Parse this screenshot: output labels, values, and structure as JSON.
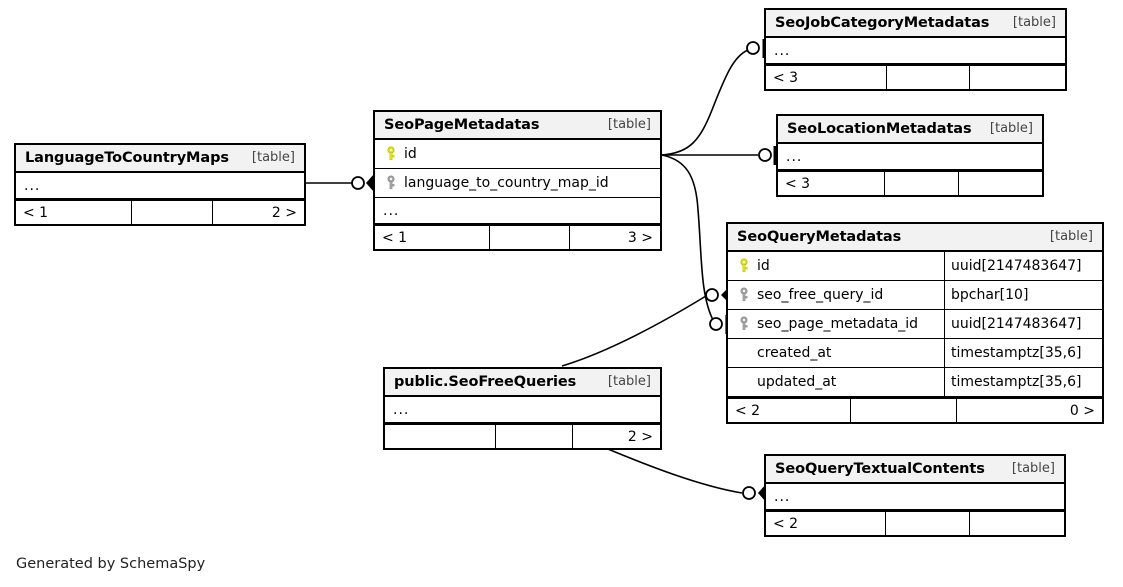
{
  "diagram": {
    "generator_caption": "Generated by SchemaSpy",
    "table_tag": "[table]",
    "ellipsis": "...",
    "colors": {
      "primary_key": "#e8e80d",
      "foreign_key": "#a6a6a6",
      "border": "#000000",
      "title_bg": "#f2f2f2",
      "background": "#ffffff"
    }
  },
  "tables": [
    {
      "id": "language_to_country_maps",
      "name": "LanguageToCountryMaps",
      "tag": "[table]",
      "has_type_column": false,
      "columns": [],
      "show_ellipsis": true,
      "footer": {
        "left": "< 1",
        "middle": "",
        "right": "2 >"
      }
    },
    {
      "id": "seo_page_metadatas",
      "name": "SeoPageMetadatas",
      "tag": "[table]",
      "has_type_column": false,
      "columns": [
        {
          "name": "id",
          "key": "primary",
          "type": ""
        },
        {
          "name": "language_to_country_map_id",
          "key": "foreign",
          "type": ""
        }
      ],
      "show_ellipsis": true,
      "footer": {
        "left": "< 1",
        "middle": "",
        "right": "3 >"
      }
    },
    {
      "id": "seo_job_category_metadatas",
      "name": "SeoJobCategoryMetadatas",
      "tag": "[table]",
      "has_type_column": false,
      "columns": [],
      "show_ellipsis": true,
      "footer": {
        "left": "< 3",
        "middle": "",
        "right": ""
      }
    },
    {
      "id": "seo_location_metadatas",
      "name": "SeoLocationMetadatas",
      "tag": "[table]",
      "has_type_column": false,
      "columns": [],
      "show_ellipsis": true,
      "footer": {
        "left": "< 3",
        "middle": "",
        "right": ""
      }
    },
    {
      "id": "seo_query_metadatas",
      "name": "SeoQueryMetadatas",
      "tag": "[table]",
      "has_type_column": true,
      "columns": [
        {
          "name": "id",
          "key": "primary",
          "type": "uuid[2147483647]"
        },
        {
          "name": "seo_free_query_id",
          "key": "foreign",
          "type": "bpchar[10]"
        },
        {
          "name": "seo_page_metadata_id",
          "key": "foreign",
          "type": "uuid[2147483647]"
        },
        {
          "name": "created_at",
          "key": "none",
          "type": "timestamptz[35,6]"
        },
        {
          "name": "updated_at",
          "key": "none",
          "type": "timestamptz[35,6]"
        }
      ],
      "show_ellipsis": false,
      "footer": {
        "left": "< 2",
        "middle": "",
        "right": "0 >"
      }
    },
    {
      "id": "public_seo_free_queries",
      "name": "public.SeoFreeQueries",
      "tag": "[table]",
      "has_type_column": false,
      "columns": [],
      "show_ellipsis": true,
      "footer": {
        "left": "",
        "middle": "",
        "right": "2 >"
      }
    },
    {
      "id": "seo_query_textual_contents",
      "name": "SeoQueryTextualContents",
      "tag": "[table]",
      "has_type_column": false,
      "columns": [],
      "show_ellipsis": true,
      "footer": {
        "left": "< 2",
        "middle": "",
        "right": ""
      }
    }
  ],
  "relationships": [
    {
      "id": "rel-ltcm-spm",
      "from": "language_to_country_maps",
      "to": "seo_page_metadatas",
      "to_column": "language_to_country_map_id",
      "end_marker": "crowsfoot"
    },
    {
      "id": "rel-spm-sjcm",
      "from": "seo_page_metadatas",
      "to": "seo_job_category_metadatas",
      "end_marker": "bar"
    },
    {
      "id": "rel-spm-slm",
      "from": "seo_page_metadatas",
      "to": "seo_location_metadatas",
      "end_marker": "bar"
    },
    {
      "id": "rel-spm-sqm",
      "from": "seo_page_metadatas",
      "to": "seo_query_metadatas",
      "to_column": "seo_page_metadata_id",
      "end_marker": "bar"
    },
    {
      "id": "rel-sfq-sqm",
      "from": "public_seo_free_queries",
      "to": "seo_query_metadatas",
      "to_column": "seo_free_query_id",
      "end_marker": "crowsfoot"
    },
    {
      "id": "rel-sfq-sqtc",
      "from": "public_seo_free_queries",
      "to": "seo_query_textual_contents",
      "end_marker": "crowsfoot"
    }
  ]
}
